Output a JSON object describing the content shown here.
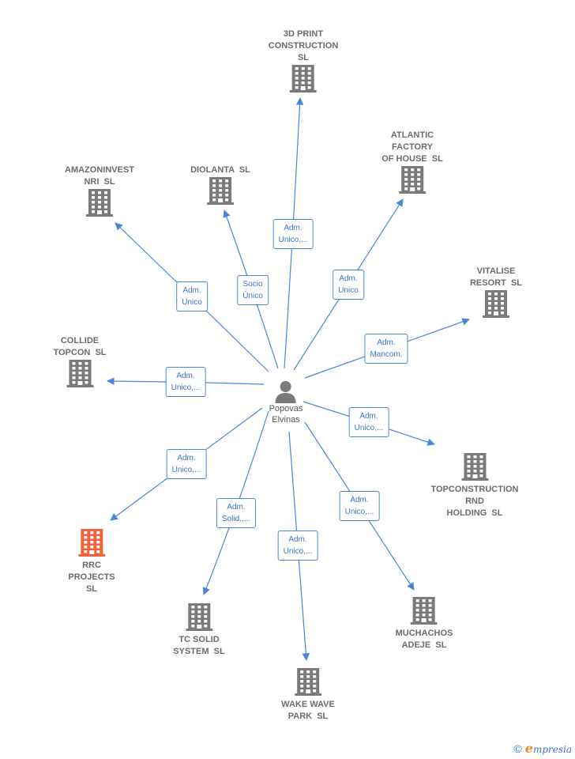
{
  "colors": {
    "edge": "#4a86d8",
    "building": "#7a7a7a",
    "building_highlight": "#f0623a",
    "person": "#7a7a7a"
  },
  "person": {
    "name": "Popovas\nElvinas",
    "icon": "person-icon"
  },
  "companies": [
    {
      "id": "3d-print-construction",
      "name": "3D PRINT\nCONSTRUCTION\nSL",
      "icon": "building-icon",
      "highlight": false
    },
    {
      "id": "atlantic-factory",
      "name": "ATLANTIC\nFACTORY\nOF HOUSE  SL",
      "icon": "building-icon",
      "highlight": false
    },
    {
      "id": "diolanta",
      "name": "DIOLANTA  SL",
      "icon": "building-icon",
      "highlight": false
    },
    {
      "id": "amazoninvest",
      "name": "AMAZONINVEST\nNRI  SL",
      "icon": "building-icon",
      "highlight": false
    },
    {
      "id": "vitalise-resort",
      "name": "VITALISE\nRESORT  SL",
      "icon": "building-icon",
      "highlight": false
    },
    {
      "id": "collide-topcon",
      "name": "COLLIDE\nTOPCON  SL",
      "icon": "building-icon",
      "highlight": false
    },
    {
      "id": "topconstruction",
      "name": "TOPCONSTRUCTION\nRND\nHOLDING  SL",
      "icon": "building-icon",
      "highlight": false
    },
    {
      "id": "rrc-projects",
      "name": "RRC\nPROJECTS\nSL",
      "icon": "building-icon",
      "highlight": true
    },
    {
      "id": "tc-solid",
      "name": "TC SOLID\nSYSTEM  SL",
      "icon": "building-icon",
      "highlight": false
    },
    {
      "id": "muchachos-adeje",
      "name": "MUCHACHOS\nADEJE  SL",
      "icon": "building-icon",
      "highlight": false
    },
    {
      "id": "wake-wave-park",
      "name": "WAKE WAVE\nPARK  SL",
      "icon": "building-icon",
      "highlight": false
    }
  ],
  "relations": [
    {
      "target": "3d-print-construction",
      "label": "Adm.\nUnico,..."
    },
    {
      "target": "atlantic-factory",
      "label": "Adm.\nUnico"
    },
    {
      "target": "diolanta",
      "label": "Socio\nÚnico"
    },
    {
      "target": "amazoninvest",
      "label": "Adm.\nUnico"
    },
    {
      "target": "vitalise-resort",
      "label": "Adm.\nMancom."
    },
    {
      "target": "collide-topcon",
      "label": "Adm.\nUnico,..."
    },
    {
      "target": "topconstruction",
      "label": "Adm.\nUnico,..."
    },
    {
      "target": "rrc-projects",
      "label": "Adm.\nUnico,..."
    },
    {
      "target": "tc-solid",
      "label": "Adm.\nSolid.,..."
    },
    {
      "target": "muchachos-adeje",
      "label": "Adm.\nUnico,..."
    },
    {
      "target": "wake-wave-park",
      "label": "Adm.\nUnico,..."
    }
  ],
  "footer": {
    "copyright": "©",
    "brand_initial": "e",
    "brand_rest": "mpresia"
  }
}
